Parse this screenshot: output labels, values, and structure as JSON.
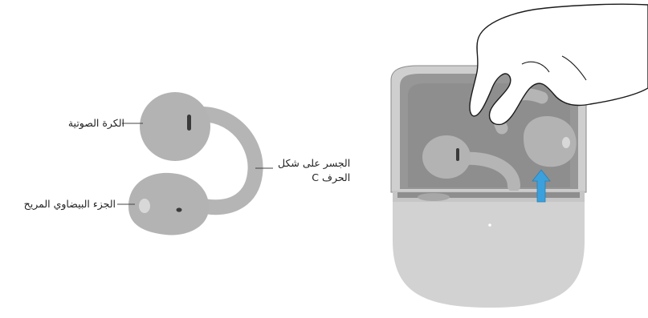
{
  "labels": {
    "sound_ball": "الكرة الصوتية",
    "oval_part": "الجزء البيضاوي المريح",
    "bridge_line1": "الجسر على شكل",
    "bridge_line2": "الحرف C"
  },
  "colors": {
    "earbud": "#b5b5b5",
    "earbud_dark": "#a0a0a0",
    "case_body": "#d1d1d1",
    "case_lid_inner": "#969696",
    "outline": "#1a1a1a",
    "arrow": "#3aa1dd"
  },
  "icons": [
    "hand-illustration",
    "up-arrow-icon",
    "charging-case-illustration",
    "earbud-illustration"
  ]
}
